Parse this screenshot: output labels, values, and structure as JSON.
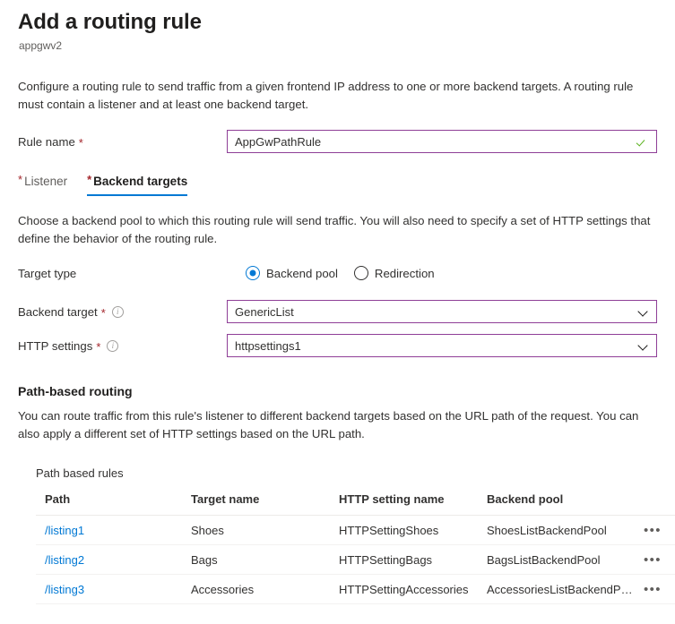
{
  "header": {
    "title": "Add a routing rule",
    "subtitle": "appgwv2"
  },
  "intro": {
    "text": "Configure a routing rule to send traffic from a given frontend IP address to one or more backend targets. A routing rule must contain a listener and at least one backend target."
  },
  "rule_name": {
    "label": "Rule name",
    "required_marker": "*",
    "value": "AppGwPathRule",
    "valid_icon": "check-icon",
    "border_color": "#8f3f97"
  },
  "tabs": [
    {
      "label": "Listener",
      "required_marker": "*",
      "active": false
    },
    {
      "label": "Backend targets",
      "required_marker": "*",
      "active": true
    }
  ],
  "tab_accent_color": "#0078d4",
  "backend_intro": {
    "text": "Choose a backend pool to which this routing rule will send traffic. You will also need to specify a set of HTTP settings that define the behavior of the routing rule."
  },
  "target_type": {
    "label": "Target type",
    "options": [
      {
        "label": "Backend pool",
        "selected": true
      },
      {
        "label": "Redirection",
        "selected": false
      }
    ],
    "accent_color": "#0078d4"
  },
  "backend_target": {
    "label": "Backend target",
    "required_marker": "*",
    "info_icon": "info-icon",
    "value": "GenericList",
    "chevron_icon": "chevron-down-icon"
  },
  "http_settings": {
    "label": "HTTP settings",
    "required_marker": "*",
    "info_icon": "info-icon",
    "value": "httpsettings1",
    "chevron_icon": "chevron-down-icon"
  },
  "path_based_routing": {
    "section_title": "Path-based routing",
    "description": "You can route traffic from this rule's listener to different backend targets based on the URL path of the request. You can also apply a different set of HTTP settings based on the URL path.",
    "table_caption": "Path based rules",
    "columns": [
      "Path",
      "Target name",
      "HTTP setting name",
      "Backend pool"
    ],
    "link_color": "#0078d4",
    "menu_glyph": "•••",
    "rows": [
      {
        "path": "/listing1",
        "target_name": "Shoes",
        "http_setting_name": "HTTPSettingShoes",
        "backend_pool": "ShoesListBackendPool"
      },
      {
        "path": "/listing2",
        "target_name": "Bags",
        "http_setting_name": "HTTPSettingBags",
        "backend_pool": "BagsListBackendPool"
      },
      {
        "path": "/listing3",
        "target_name": "Accessories",
        "http_setting_name": "HTTPSettingAccessories",
        "backend_pool": "AccessoriesListBackendP…"
      }
    ]
  }
}
